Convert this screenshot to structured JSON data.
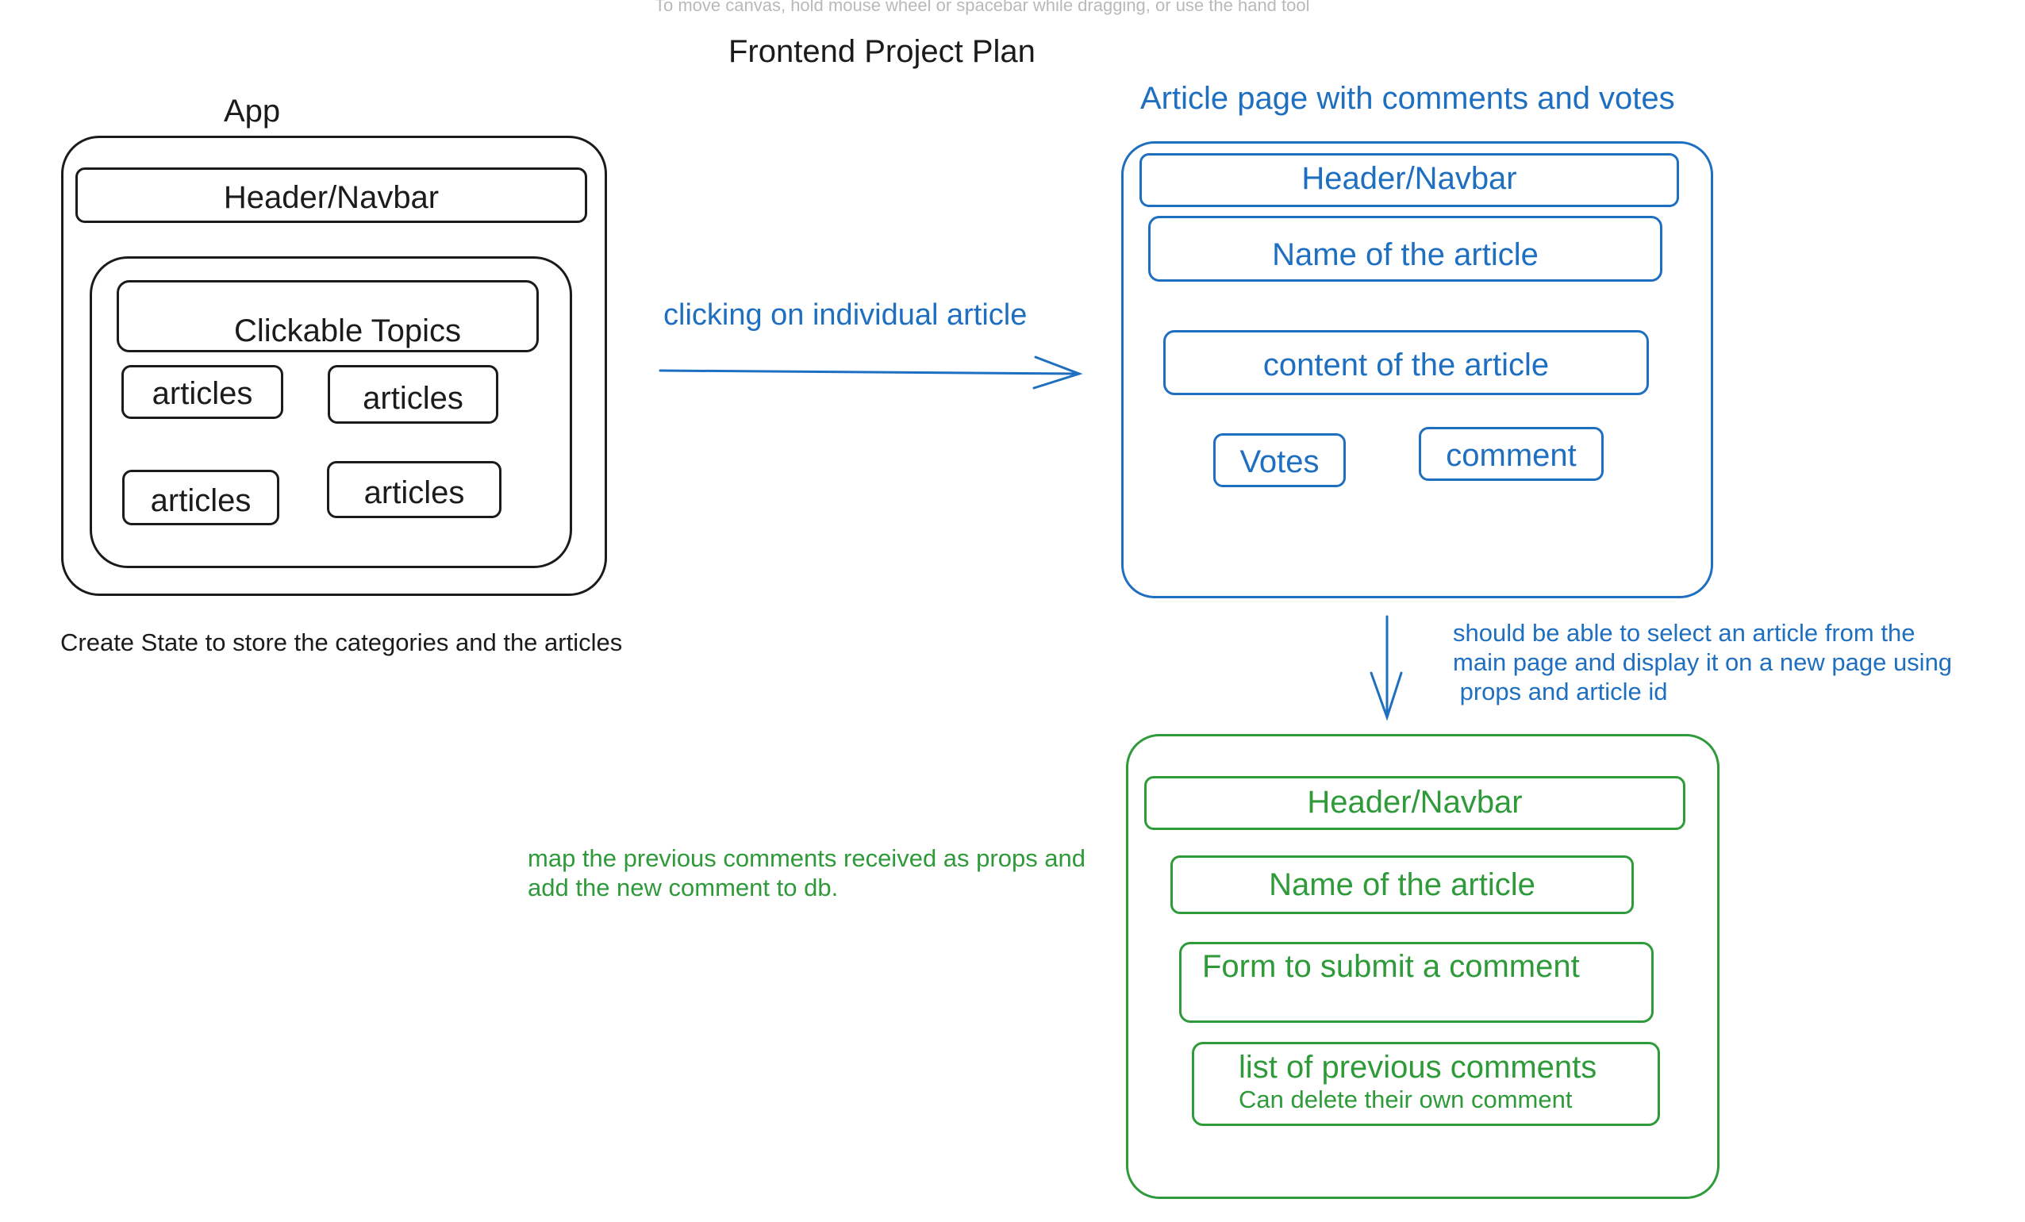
{
  "canvas_hint": "To move canvas, hold mouse wheel or spacebar while dragging, or use the hand tool",
  "title": "Frontend Project Plan",
  "app_section": {
    "heading": "App",
    "header_navbar": "Header/Navbar",
    "clickable_topics": "Clickable Topics",
    "articles": [
      "articles",
      "articles",
      "articles",
      "articles"
    ],
    "note": "Create State to store the categories and the articles"
  },
  "arrow_label": "clicking on individual article",
  "article_page": {
    "heading": "Article page with comments and votes",
    "header_navbar": "Header/Navbar",
    "name": "Name of the article",
    "content": "content of the article",
    "votes": "Votes",
    "comment": "comment",
    "note": [
      "should be able to select an article from the",
      "main page and display it on a new page using",
      " props and article id"
    ]
  },
  "comments_page": {
    "header_navbar": "Header/Navbar",
    "name": "Name of the article",
    "form": "Form to submit a comment",
    "list_title": "list of previous comments",
    "list_subtitle": "Can delete their own comment",
    "note": [
      "map the previous comments received as props and",
      "add the new comment to db."
    ]
  },
  "colors": {
    "black": "#1b1b1b",
    "blue": "#1f6fc1",
    "green": "#2f9a3a",
    "hint": "#b9b9b9"
  }
}
